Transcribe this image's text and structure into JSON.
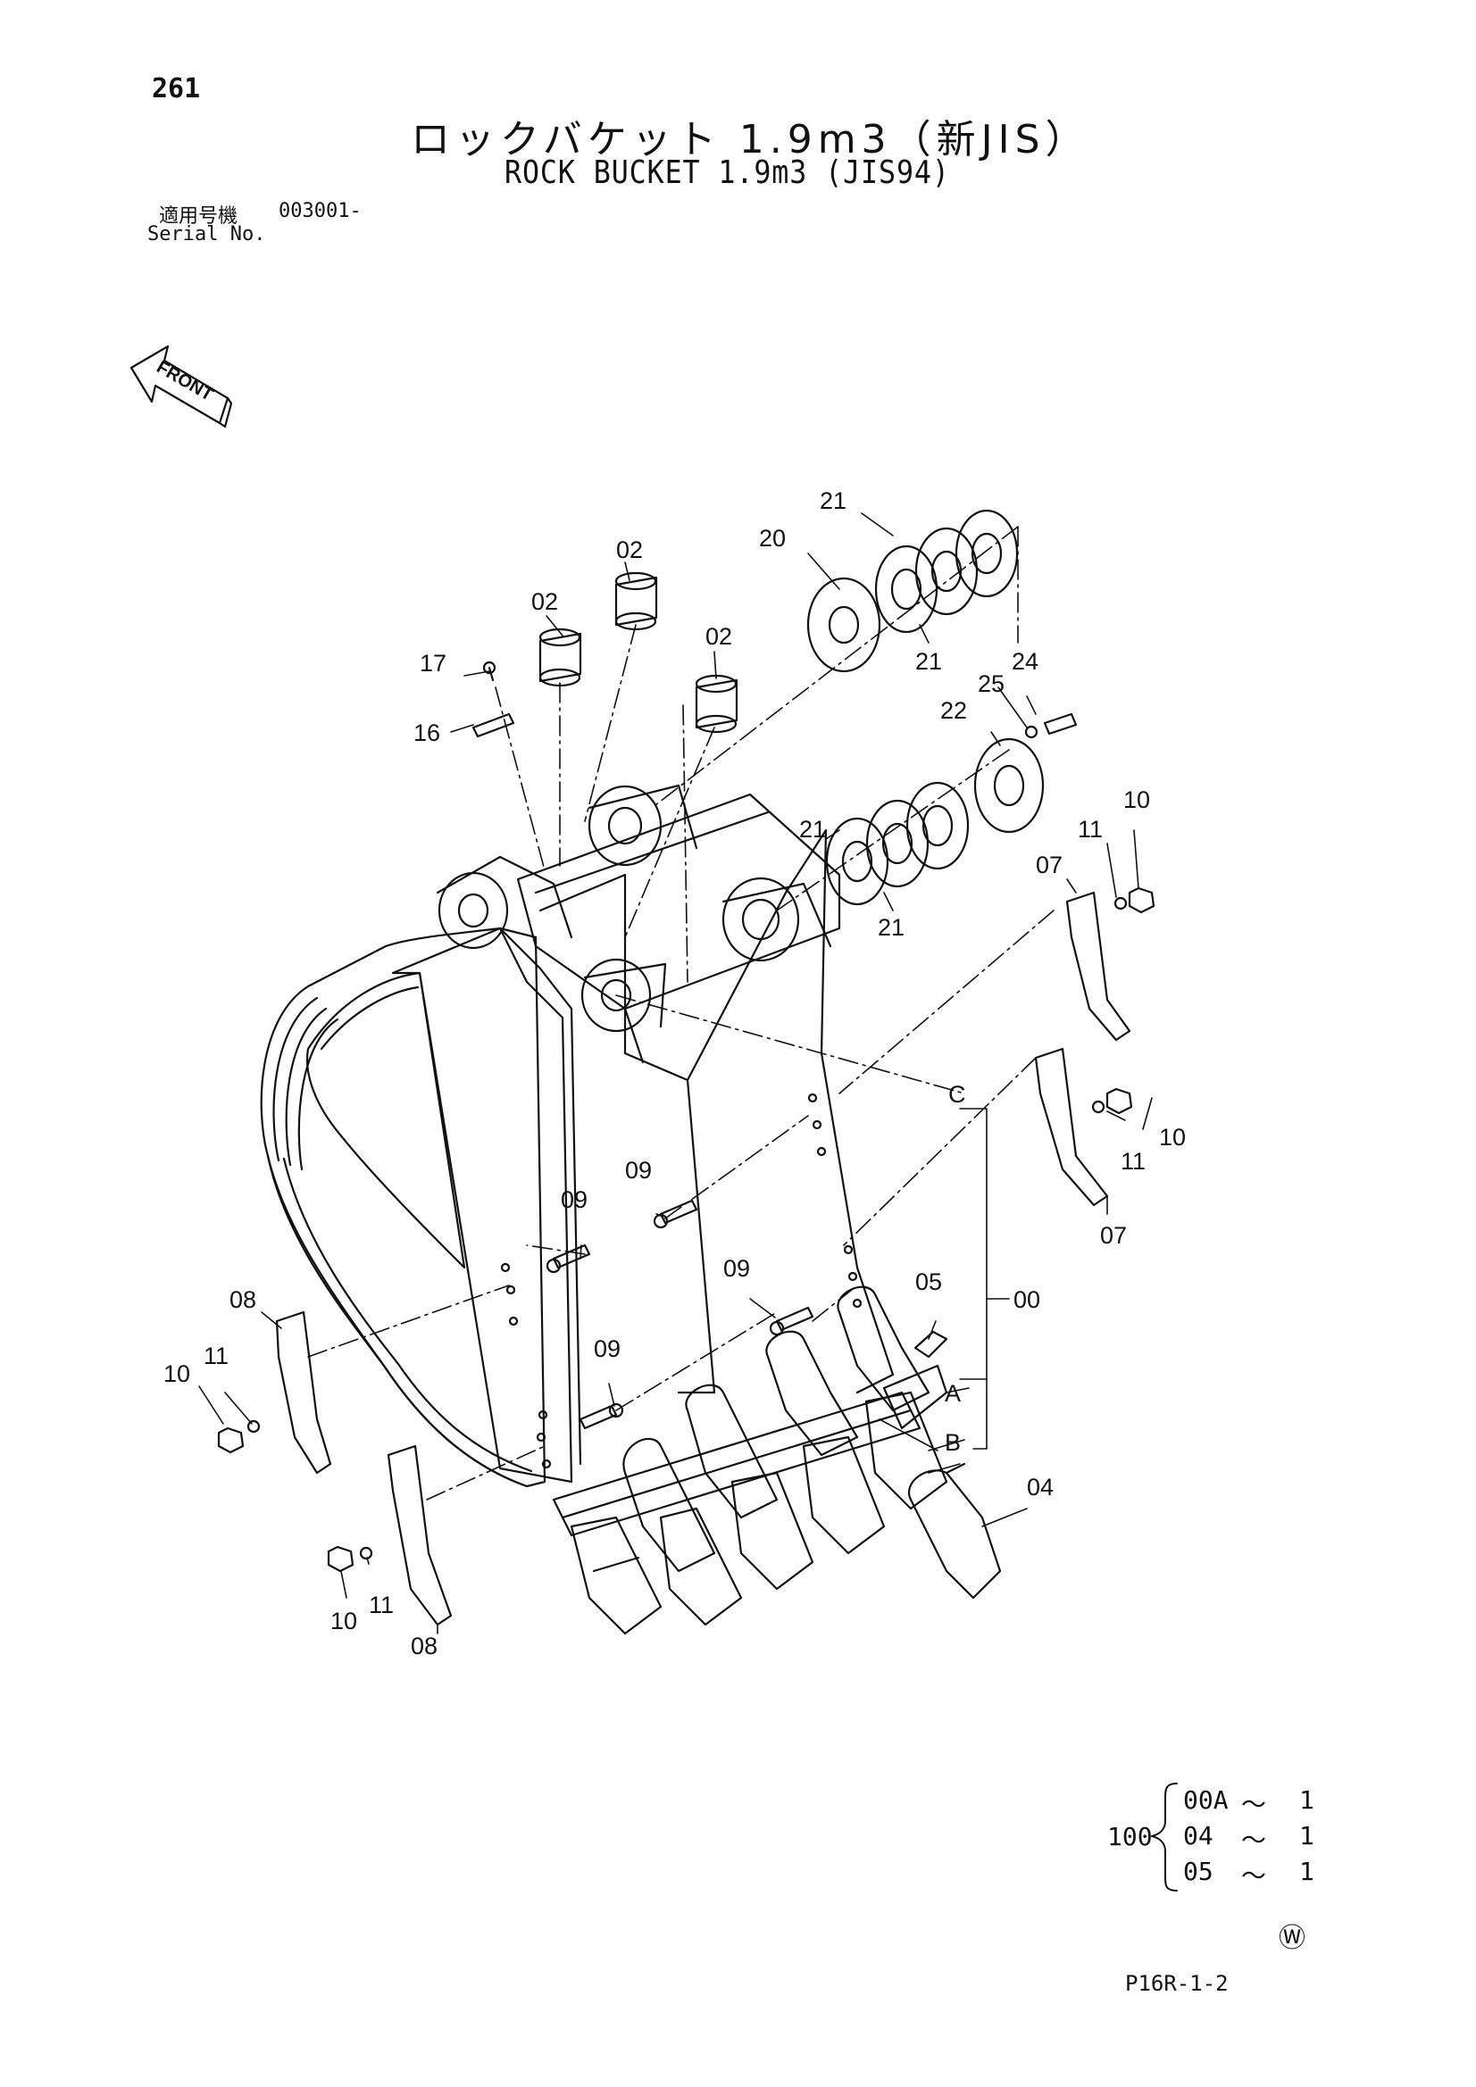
{
  "header": {
    "page_number": "261",
    "title_jp": "ロックバケット 1.9m3（新JIS）",
    "title_en": "ROCK BUCKET 1.9m3 (JIS94)",
    "serial_label_jp": "適用号機",
    "serial_label_en": "Serial No.",
    "serial_value": "003001-"
  },
  "front_arrow": {
    "label": "FRONT"
  },
  "callouts": {
    "c00": "00",
    "c02a": "02",
    "c02b": "02",
    "c02c": "02",
    "c04": "04",
    "c05": "05",
    "c07a": "07",
    "c07b": "07",
    "c08a": "08",
    "c08b": "08",
    "c09a": "09",
    "c09b": "09",
    "c09c": "09",
    "c09d": "09",
    "c10a": "10",
    "c10b": "10",
    "c10c": "10",
    "c10d": "10",
    "c11a": "11",
    "c11b": "11",
    "c11c": "11",
    "c11d": "11",
    "c16": "16",
    "c17": "17",
    "c20": "20",
    "c21a": "21",
    "c21b": "21",
    "c21c": "21",
    "c21d": "21",
    "c22": "22",
    "c24": "24",
    "c25": "25",
    "refA": "A",
    "refB": "B",
    "refC": "C"
  },
  "kit": {
    "label": "100",
    "items": [
      {
        "part": "00A",
        "sep": "〜",
        "qty": "1"
      },
      {
        "part": "04",
        "sep": "〜",
        "qty": "1"
      },
      {
        "part": "05",
        "sep": "〜",
        "qty": "1"
      }
    ]
  },
  "footer": {
    "watermark": "Ⓦ",
    "page_code": "P16R-1-2"
  }
}
